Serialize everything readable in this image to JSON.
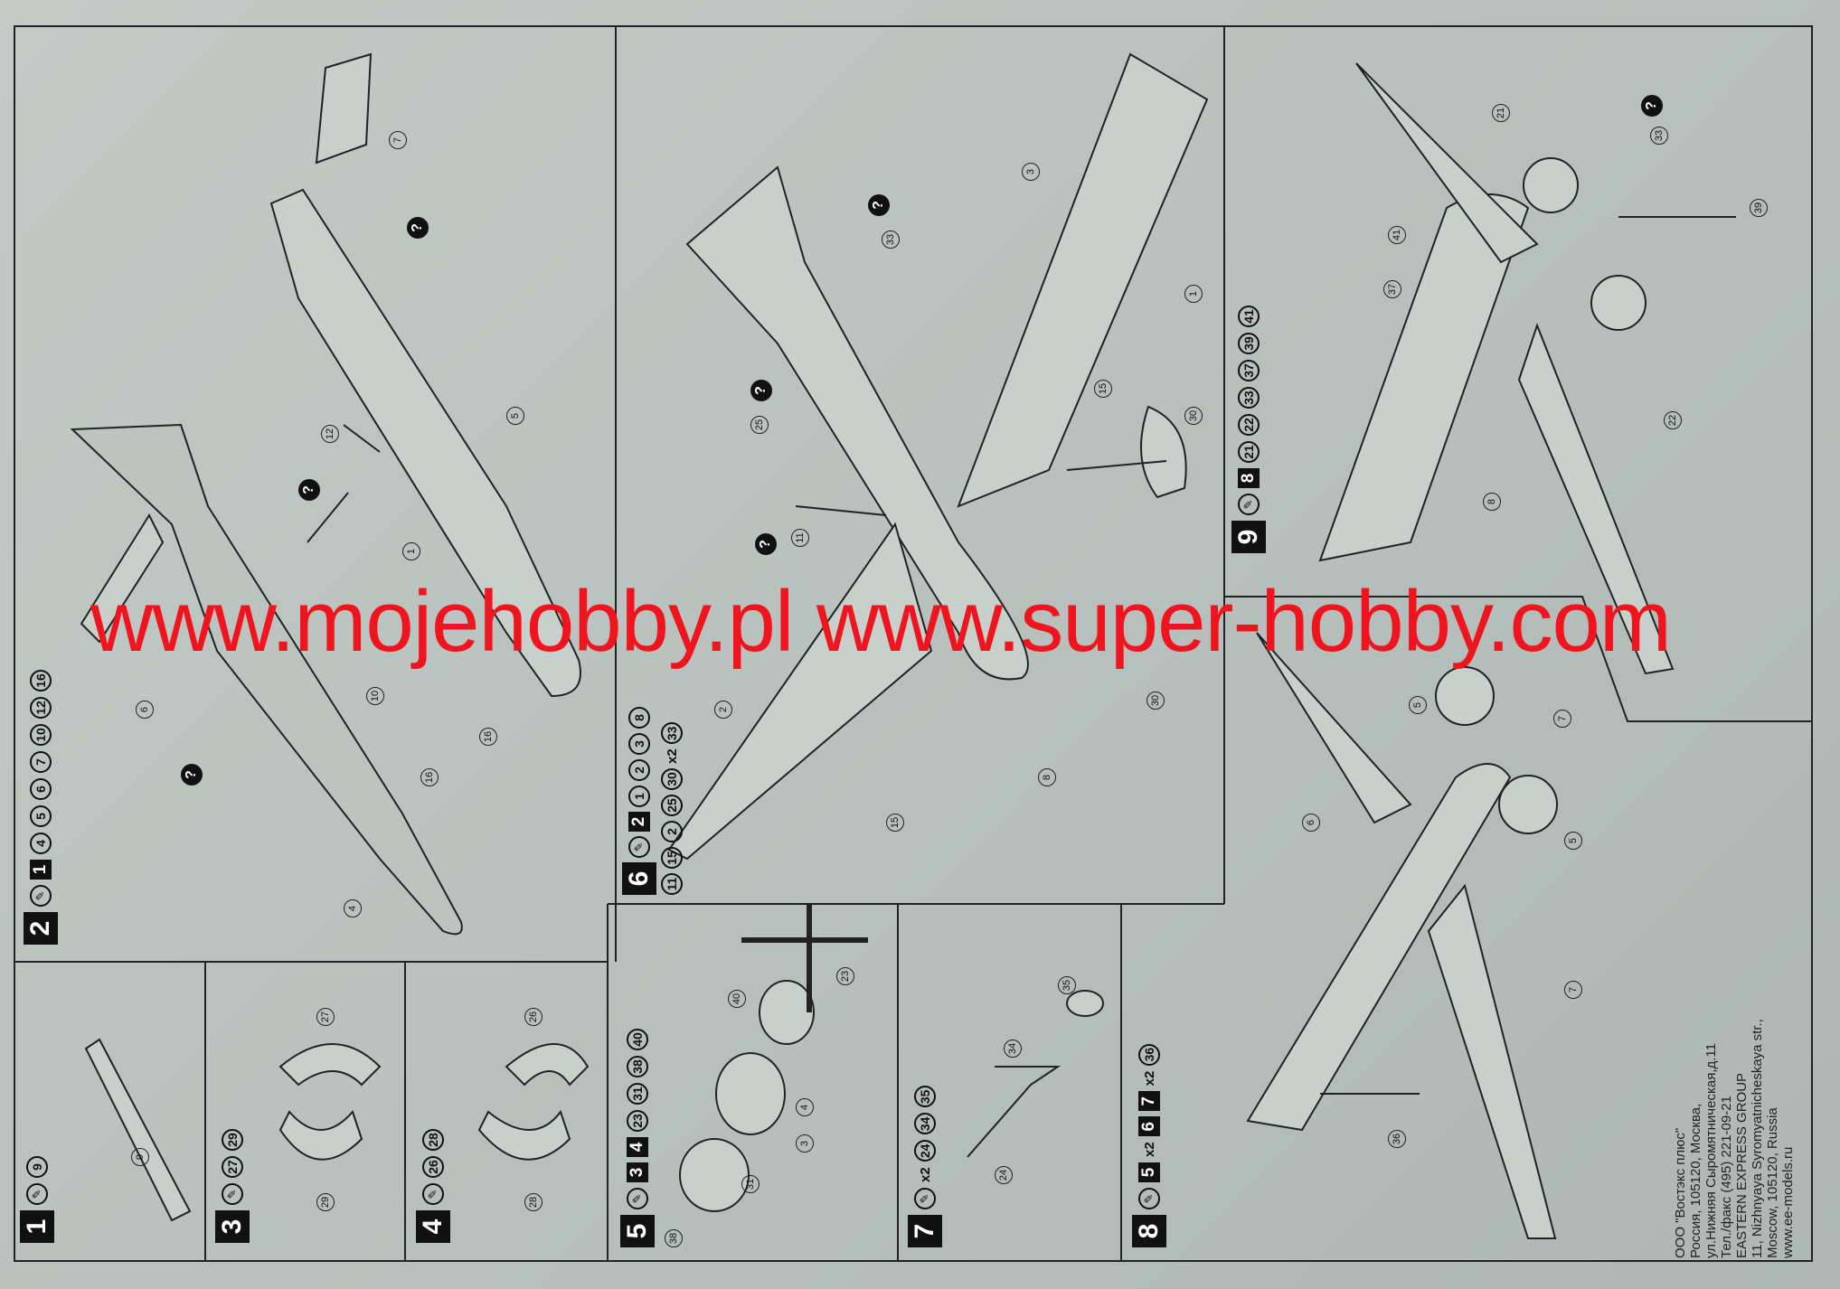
{
  "watermark": "www.mojehobby.pl www.super-hobby.com",
  "address": [
    "ООО \"Востэкс плюс\"",
    "Россия, 105120, Москва,",
    "ул.Нижняя Сыромятническая,д.11",
    "Тел./факс (495) 221-09-21",
    "EASTERN EXPRESS GROUP",
    "11, Nizhnyaya Syromyatnicheskaya str.,",
    "Moscow, 105120, Russia",
    "www.ee-models.ru"
  ],
  "glue_icon": "glue-tube-icon",
  "steps": [
    {
      "id": "2",
      "parts": [
        {
          "t": "g",
          "v": "✎"
        },
        {
          "t": "s",
          "v": "1"
        },
        {
          "t": "c",
          "v": "4"
        },
        {
          "t": "c",
          "v": "5"
        },
        {
          "t": "c",
          "v": "6"
        },
        {
          "t": "c",
          "v": "7"
        },
        {
          "t": "c",
          "v": "10"
        },
        {
          "t": "c",
          "v": "12"
        },
        {
          "t": "c",
          "v": "16"
        }
      ]
    },
    {
      "id": "6",
      "parts": [
        {
          "t": "g",
          "v": "✎"
        },
        {
          "t": "s",
          "v": "2"
        },
        {
          "t": "c",
          "v": "1"
        },
        {
          "t": "c",
          "v": "2"
        },
        {
          "t": "c",
          "v": "3"
        },
        {
          "t": "c",
          "v": "8"
        },
        {
          "t": "c",
          "v": "11"
        },
        {
          "t": "c",
          "v": "15"
        },
        {
          "t": "c",
          "v": "2"
        },
        {
          "t": "c",
          "v": "25"
        },
        {
          "t": "c",
          "v": "30"
        },
        {
          "t": "m",
          "v": "x2"
        },
        {
          "t": "c",
          "v": "33"
        }
      ]
    },
    {
      "id": "9",
      "parts": [
        {
          "t": "g",
          "v": "✎"
        },
        {
          "t": "s",
          "v": "8"
        },
        {
          "t": "c",
          "v": "21"
        },
        {
          "t": "c",
          "v": "22"
        },
        {
          "t": "c",
          "v": "33"
        },
        {
          "t": "c",
          "v": "37"
        },
        {
          "t": "c",
          "v": "39"
        },
        {
          "t": "c",
          "v": "41"
        }
      ]
    },
    {
      "id": "1",
      "parts": [
        {
          "t": "g",
          "v": "✎"
        },
        {
          "t": "c",
          "v": "9"
        }
      ]
    },
    {
      "id": "3",
      "parts": [
        {
          "t": "g",
          "v": "✎"
        },
        {
          "t": "c",
          "v": "27"
        },
        {
          "t": "c",
          "v": "29"
        }
      ]
    },
    {
      "id": "4",
      "parts": [
        {
          "t": "g",
          "v": "✎"
        },
        {
          "t": "c",
          "v": "26"
        },
        {
          "t": "c",
          "v": "28"
        }
      ]
    },
    {
      "id": "5",
      "parts": [
        {
          "t": "g",
          "v": "✎"
        },
        {
          "t": "s",
          "v": "3"
        },
        {
          "t": "s",
          "v": "4"
        },
        {
          "t": "c",
          "v": "23"
        },
        {
          "t": "c",
          "v": "31"
        },
        {
          "t": "c",
          "v": "38"
        },
        {
          "t": "c",
          "v": "40"
        }
      ]
    },
    {
      "id": "7",
      "parts": [
        {
          "t": "g",
          "v": "✎"
        },
        {
          "t": "m",
          "v": "x2"
        },
        {
          "t": "c",
          "v": "24"
        },
        {
          "t": "c",
          "v": "34"
        },
        {
          "t": "c",
          "v": "35"
        }
      ]
    },
    {
      "id": "8",
      "parts": [
        {
          "t": "g",
          "v": "✎"
        },
        {
          "t": "s",
          "v": "5"
        },
        {
          "t": "m",
          "v": "x2"
        },
        {
          "t": "s",
          "v": "6"
        },
        {
          "t": "s",
          "v": "7"
        },
        {
          "t": "m",
          "v": "x2"
        },
        {
          "t": "c",
          "v": "36"
        }
      ]
    }
  ],
  "callouts": [
    "7",
    "5",
    "12",
    "1",
    "10",
    "16",
    "16",
    "4",
    "6",
    "3",
    "1",
    "15",
    "30",
    "2",
    "11",
    "25",
    "33",
    "8",
    "15",
    "30",
    "21",
    "33",
    "39",
    "41",
    "37",
    "22",
    "8",
    "27",
    "29",
    "26",
    "28",
    "40",
    "23",
    "31",
    "38",
    "35",
    "34",
    "24",
    "5",
    "7",
    "5",
    "6",
    "7",
    "36",
    "3",
    "4",
    "9"
  ],
  "question_mark": "?"
}
